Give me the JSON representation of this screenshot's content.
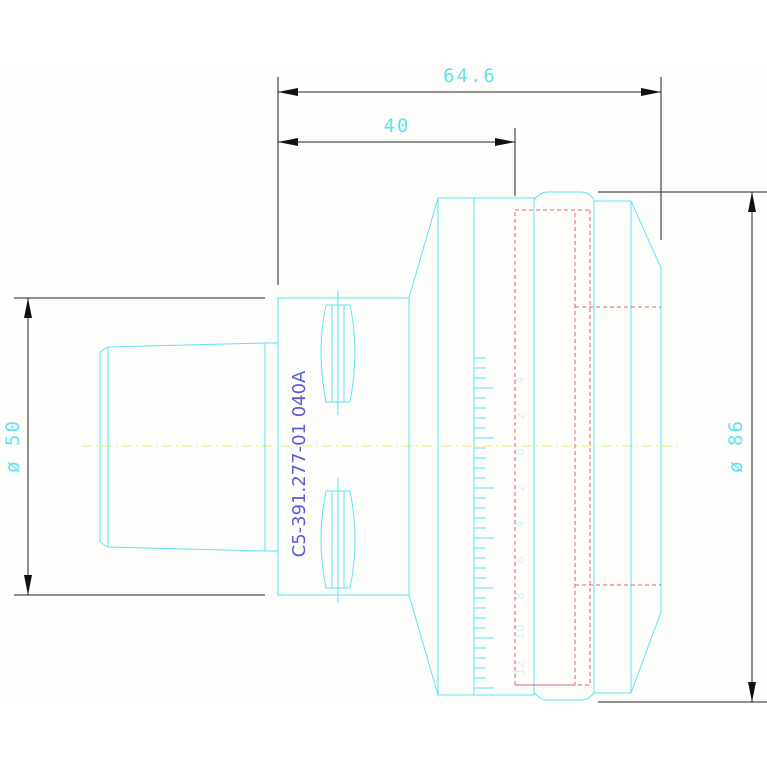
{
  "drawing": {
    "part_number": "C5-391.277-01 040A",
    "dimensions": {
      "overall_length": "64.6",
      "flange_length": "40",
      "shank_diameter": "ø 50",
      "flange_diameter": "ø 86"
    },
    "scale_ticks": [
      "12",
      "10",
      "8",
      "6",
      "4",
      "2",
      "0",
      "2",
      "4"
    ],
    "colors": {
      "background": "#fdfefc",
      "outline": "#5fe3ee",
      "dimension": "#222222",
      "hidden": "#e06070",
      "centerline": "#f2e76a",
      "part_text": "#5b5bd6"
    }
  }
}
